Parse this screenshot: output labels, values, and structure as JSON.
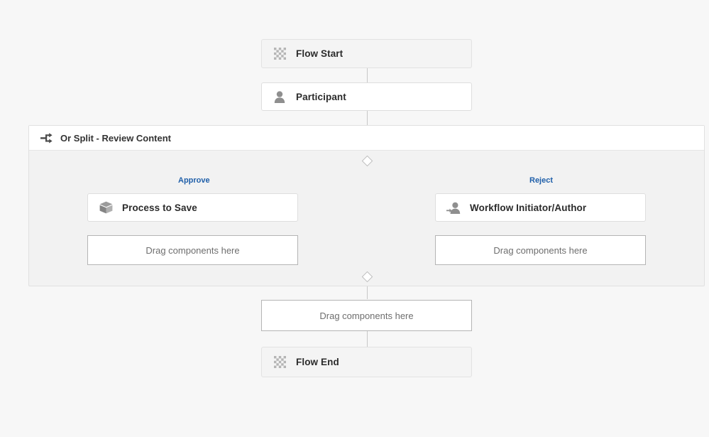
{
  "canvas": {
    "background": "#f7f7f7",
    "connector_color": "#c8c8c8",
    "accent_color": "#1f5fa9"
  },
  "nodes": {
    "flow_start": {
      "label": "Flow Start",
      "icon": "checkered-flag-icon"
    },
    "participant": {
      "label": "Participant",
      "icon": "person-icon"
    },
    "process_to_save": {
      "label": "Process to Save",
      "icon": "package-box-icon"
    },
    "workflow_initiator": {
      "label": "Workflow Initiator/Author",
      "icon": "assign-person-icon"
    },
    "flow_end": {
      "label": "Flow End",
      "icon": "checkered-flag-icon"
    }
  },
  "or_split": {
    "title": "Or Split - Review Content",
    "icon": "split-branch-icon",
    "branches": [
      {
        "label": "Approve"
      },
      {
        "label": "Reject"
      }
    ]
  },
  "dropzones": [
    {
      "label": "Drag components here"
    },
    {
      "label": "Drag components here"
    },
    {
      "label": "Drag components here"
    }
  ]
}
